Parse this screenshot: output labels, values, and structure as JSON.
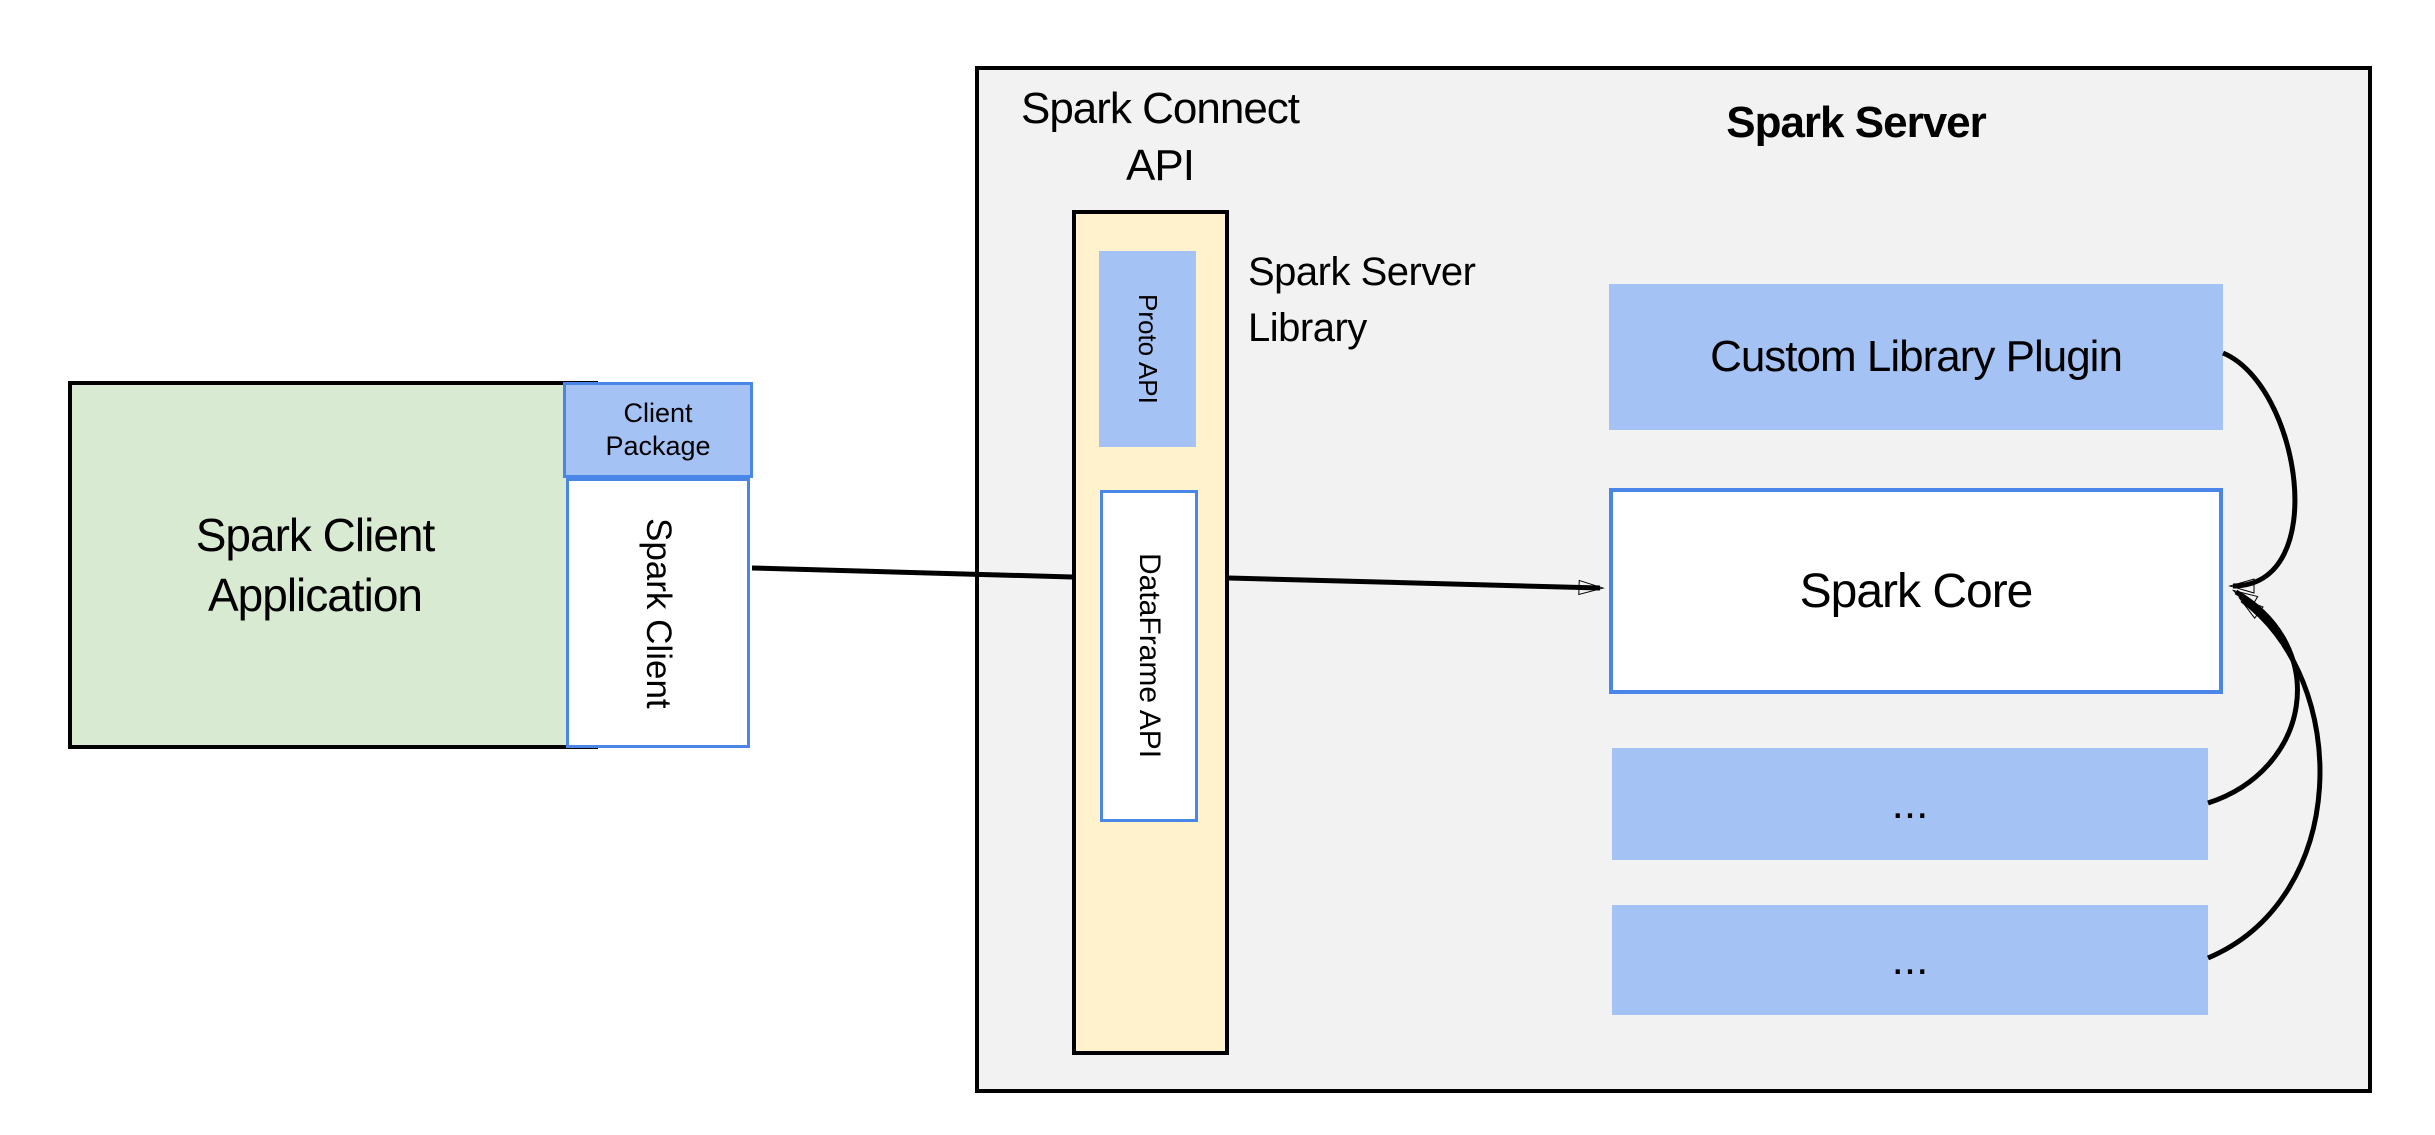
{
  "colors": {
    "blue_fill": "#a4c2f4",
    "blue_border": "#4a86e8",
    "green_fill": "#d9ead3",
    "yellow_fill": "#fff2cc",
    "gray_fill": "#f2f2f2",
    "line_color": "#000000",
    "text_color": "#000000"
  },
  "diagram": {
    "client_app": {
      "line1": "Spark Client",
      "line2": "Application"
    },
    "client_package": {
      "line1": "Client",
      "line2": "Package"
    },
    "spark_client": {
      "label": "Spark Client"
    },
    "connect_api": {
      "line1": "Spark Connect",
      "line2": "API"
    },
    "server_title": {
      "label": "Spark Server"
    },
    "server_library": {
      "line1": "Spark Server",
      "line2": "Library"
    },
    "proto_api": {
      "label": "Proto API"
    },
    "dataframe_api": {
      "label": "DataFrame API"
    },
    "custom_plugin": {
      "label": "Custom Library Plugin"
    },
    "spark_core": {
      "label": "Spark Core"
    },
    "plugin_slot_1": {
      "label": "..."
    },
    "plugin_slot_2": {
      "label": "..."
    }
  }
}
